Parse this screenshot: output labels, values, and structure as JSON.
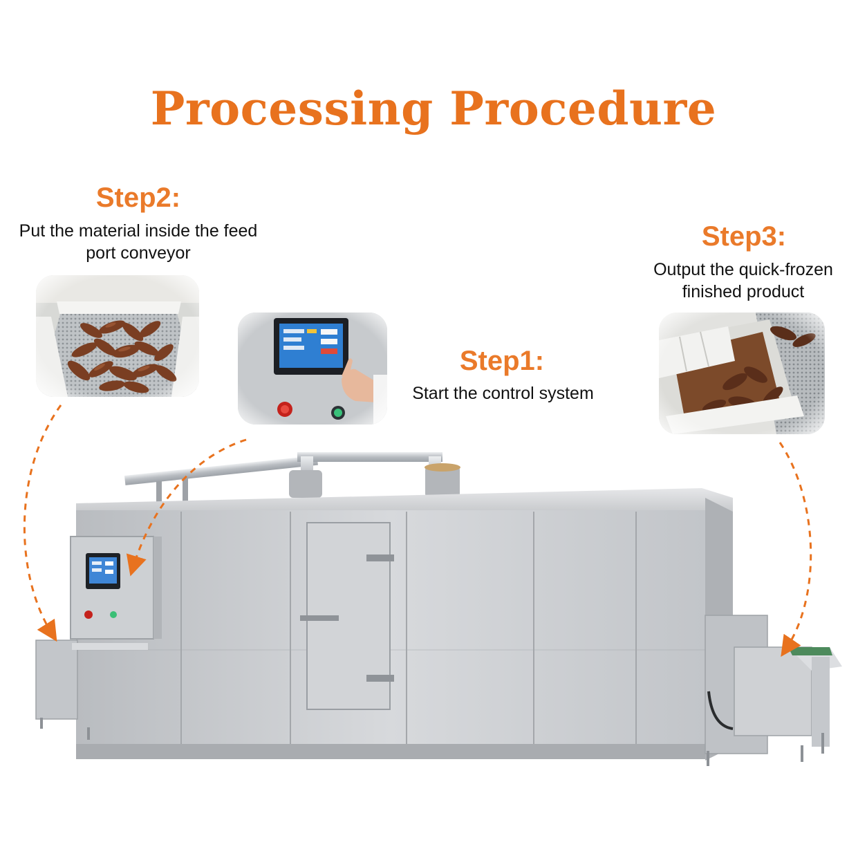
{
  "title": "Processing Procedure",
  "colors": {
    "accent": "#e8721e",
    "text": "#111111",
    "steel": "#c9ccd0"
  },
  "steps": [
    {
      "heading": "Step2:",
      "text": "Put the material inside the feed port conveyor"
    },
    {
      "heading": "Step1:",
      "text": "Start the control system"
    },
    {
      "heading": "Step3:",
      "text": "Output the quick-frozen finished product"
    }
  ]
}
